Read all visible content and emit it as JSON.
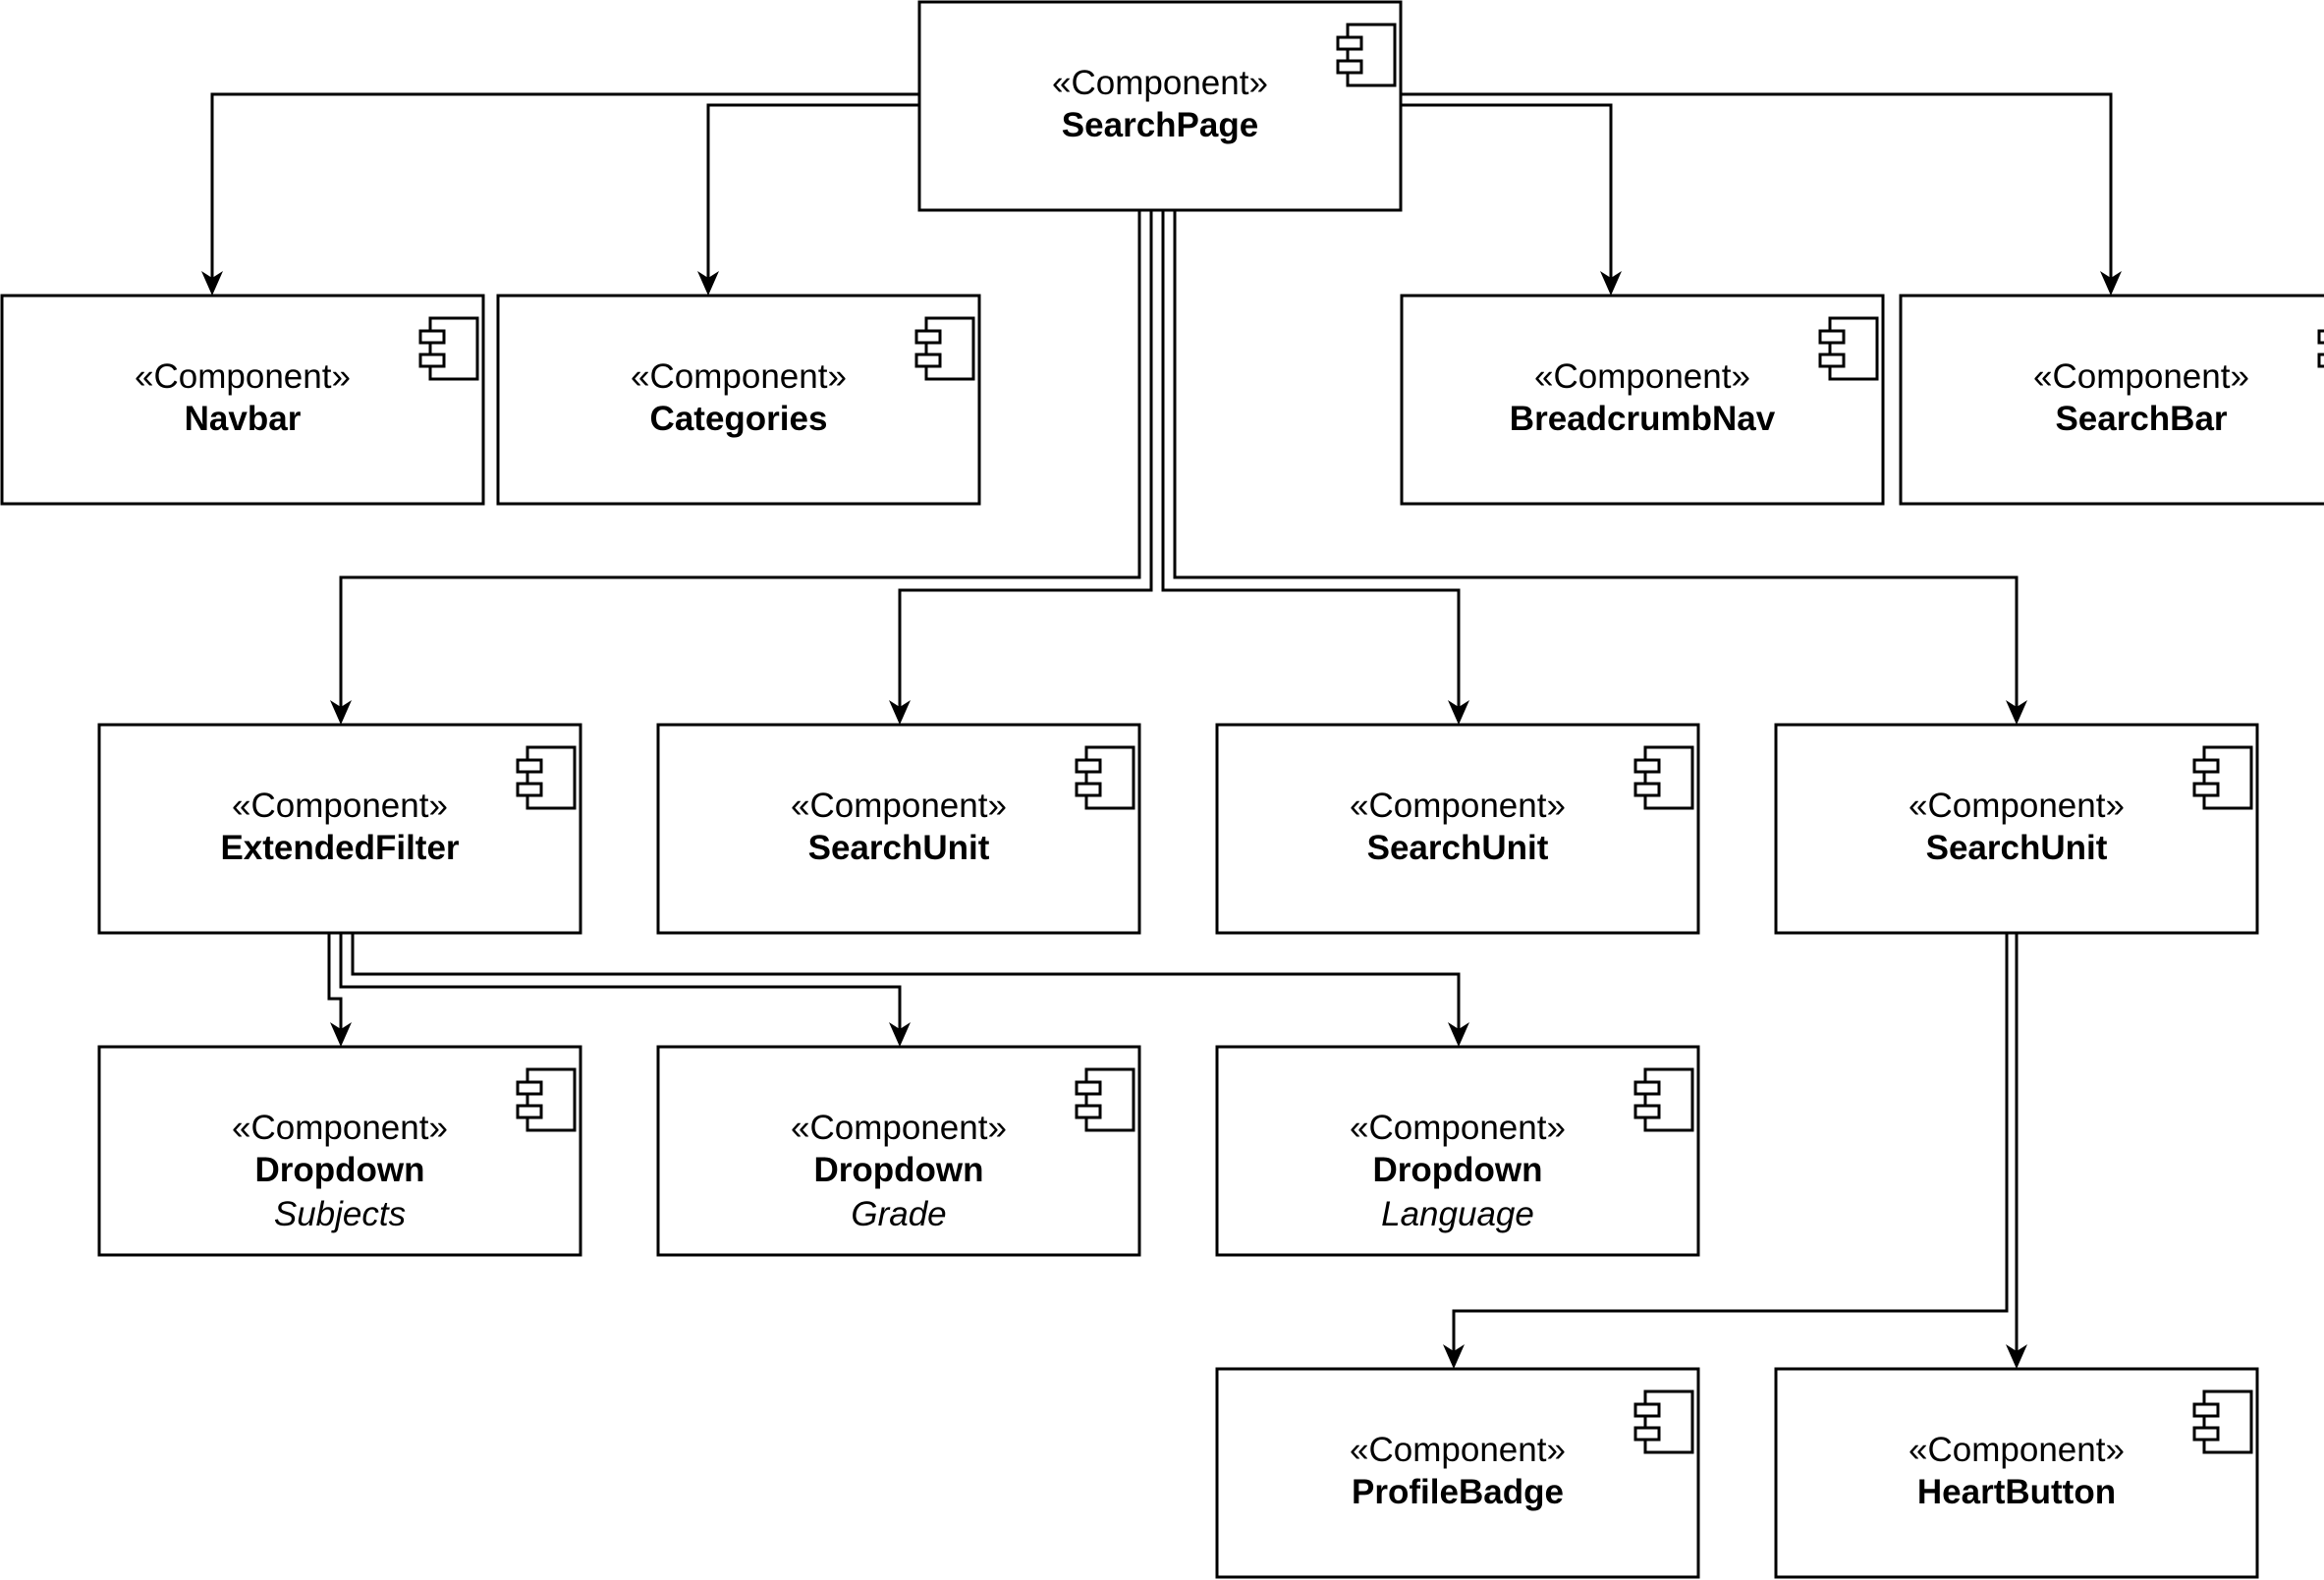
{
  "diagram": {
    "stereotype": "«Component»",
    "components": [
      {
        "id": "searchpage",
        "name": "SearchPage",
        "subtitle": ""
      },
      {
        "id": "navbar",
        "name": "Navbar",
        "subtitle": ""
      },
      {
        "id": "categories",
        "name": "Categories",
        "subtitle": ""
      },
      {
        "id": "breadcrumbnav",
        "name": "BreadcrumbNav",
        "subtitle": ""
      },
      {
        "id": "searchbar",
        "name": "SearchBar",
        "subtitle": ""
      },
      {
        "id": "extendedfilter",
        "name": "ExtendedFilter",
        "subtitle": ""
      },
      {
        "id": "searchunit1",
        "name": "SearchUnit",
        "subtitle": ""
      },
      {
        "id": "searchunit2",
        "name": "SearchUnit",
        "subtitle": ""
      },
      {
        "id": "searchunit3",
        "name": "SearchUnit",
        "subtitle": ""
      },
      {
        "id": "dropdown-subjects",
        "name": "Dropdown",
        "subtitle": "Subjects"
      },
      {
        "id": "dropdown-grade",
        "name": "Dropdown",
        "subtitle": "Grade"
      },
      {
        "id": "dropdown-language",
        "name": "Dropdown",
        "subtitle": "Language"
      },
      {
        "id": "profilebadge",
        "name": "ProfileBadge",
        "subtitle": ""
      },
      {
        "id": "heartbutton",
        "name": "HeartButton",
        "subtitle": ""
      }
    ],
    "connections": [
      {
        "from": "searchpage",
        "to": "navbar"
      },
      {
        "from": "searchpage",
        "to": "categories"
      },
      {
        "from": "searchpage",
        "to": "breadcrumbnav"
      },
      {
        "from": "searchpage",
        "to": "searchbar"
      },
      {
        "from": "searchpage",
        "to": "extendedfilter"
      },
      {
        "from": "searchpage",
        "to": "searchunit1"
      },
      {
        "from": "searchpage",
        "to": "searchunit2"
      },
      {
        "from": "searchpage",
        "to": "searchunit3"
      },
      {
        "from": "extendedfilter",
        "to": "dropdown-subjects"
      },
      {
        "from": "extendedfilter",
        "to": "dropdown-grade"
      },
      {
        "from": "extendedfilter",
        "to": "dropdown-language"
      },
      {
        "from": "searchunit3",
        "to": "profilebadge"
      },
      {
        "from": "searchunit3",
        "to": "heartbutton"
      }
    ],
    "icon": "component-icon"
  }
}
